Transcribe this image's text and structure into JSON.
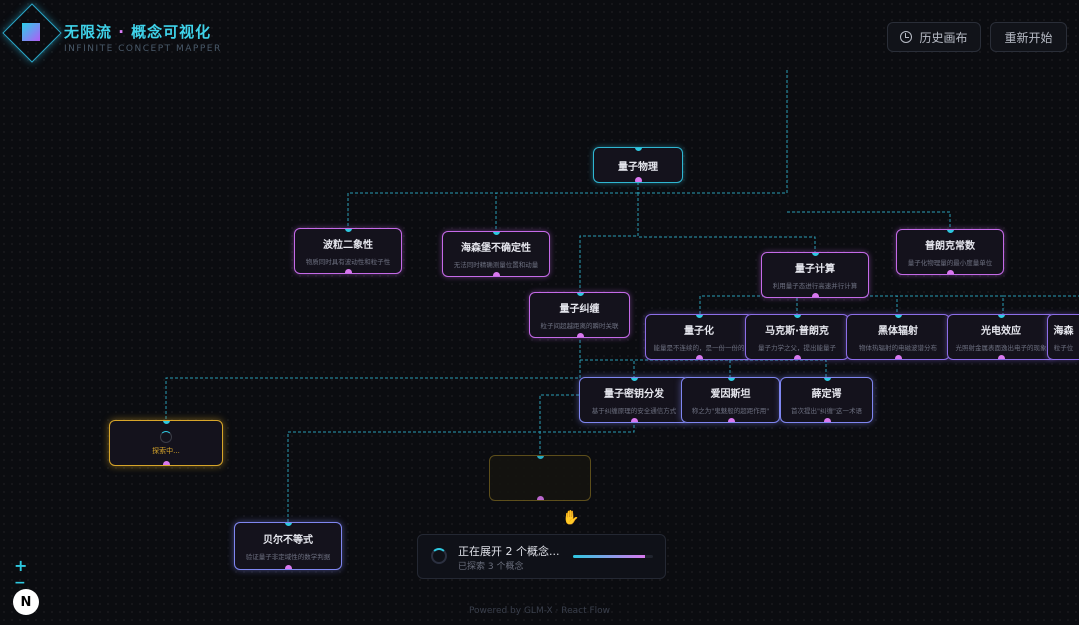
{
  "app": {
    "title_main": "无限流",
    "title_sep": " · ",
    "title_rest": "概念可视化",
    "subtitle": "INFINITE CONCEPT MAPPER"
  },
  "toolbar": {
    "history_label": "历史画布",
    "restart_label": "重新开始"
  },
  "nodes": {
    "root": {
      "title": "量子物理"
    },
    "wave": {
      "title": "波粒二象性",
      "desc": "物质同时具有波动性和粒子性"
    },
    "heisenberg": {
      "title": "海森堡不确定性",
      "desc": "无法同时精确测量位置和动量"
    },
    "entangle": {
      "title": "量子纠缠",
      "desc": "粒子间超越距离的瞬时关联"
    },
    "computing": {
      "title": "量子计算",
      "desc": "利用量子态进行高速并行计算"
    },
    "planck_const": {
      "title": "普朗克常数",
      "desc": "量子化物理量的最小度量单位"
    },
    "quantization": {
      "title": "量子化",
      "desc": "能量是不连续的，是一份一份的"
    },
    "max_planck": {
      "title": "马克斯·普朗克",
      "desc": "量子力学之父，提出能量子"
    },
    "blackbody": {
      "title": "黑体辐射",
      "desc": "物体热辐射的电磁波谱分布"
    },
    "photoelectric": {
      "title": "光电效应",
      "desc": "光照射金属表面逸出电子的现象"
    },
    "heisen_short": {
      "title": "海森",
      "desc": "粒子位"
    },
    "qkd": {
      "title": "量子密钥分发",
      "desc": "基于纠缠原理的安全通信方式"
    },
    "einstein": {
      "title": "爱因斯坦",
      "desc": "称之为\"鬼魅般的超距作用\""
    },
    "schrodinger": {
      "title": "薛定谔",
      "desc": "首次提出\"纠缠\"这一术语"
    },
    "loading": {
      "label": "探索中..."
    },
    "bell": {
      "title": "贝尔不等式",
      "desc": "验证量子非定域性的数学判据"
    }
  },
  "status": {
    "title": "正在展开 2 个概念...",
    "subtitle": "已探索 3 个概念",
    "progress": 0.9
  },
  "controls": {
    "zoom_in": "+",
    "zoom_out": "−",
    "badge": "N"
  },
  "footer": "Powered by GLM-X · React Flow",
  "colors": {
    "accent_cyan": "#2ec8e0",
    "accent_pink": "#d978ef",
    "loading_gold": "#d7a52a"
  }
}
